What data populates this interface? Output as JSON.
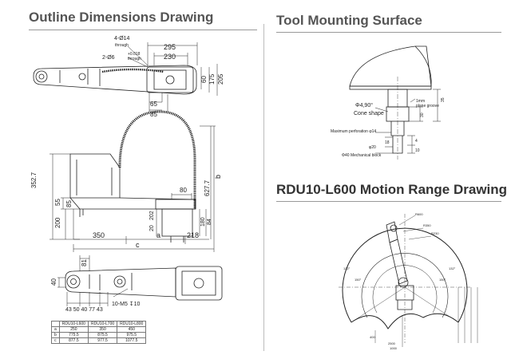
{
  "titles": {
    "outline": "Outline Dimensions Drawing",
    "tool": "Tool Mounting Surface",
    "motion": "RDU10-L600 Motion Range Drawing"
  },
  "top_view": {
    "holes_a_count": "4-Ø14",
    "holes_a_note": "through",
    "holes_b_count": "2-Ø6",
    "holes_b_tol": "+0.018",
    "holes_b_tol2": "0",
    "holes_b_note": "through",
    "dim_295": "295",
    "dim_230": "230",
    "dim_175": "175",
    "dim_205": "205",
    "dim_60": "60",
    "dim_65": "65",
    "dim_85": "85"
  },
  "side_view": {
    "dim_352_7": "352.7",
    "dim_55": "55",
    "dim_85": "85",
    "dim_200": "200",
    "dim_350": "350",
    "dim_a": "a",
    "dim_218": "218",
    "dim_c": "c",
    "dim_b": "b",
    "dim_627_7": "627.7",
    "dim_80": "80",
    "dim_202": "202",
    "dim_20": "20",
    "dim_180": "180",
    "dim_84": "84"
  },
  "bottom_view": {
    "dim_81": "81",
    "dim_40": "40",
    "dims_bottom": "43 50 40  77 43",
    "thread": "10-M5 ↧10"
  },
  "table": {
    "header": [
      "",
      "RDU10-L600",
      "RDU10-L700",
      "RDU10-L800"
    ],
    "rows": [
      [
        "a",
        "250",
        "350",
        "450"
      ],
      [
        "b",
        "775.5",
        "875.5",
        "975.5"
      ],
      [
        "c",
        "877.5",
        "977.5",
        "1077.5"
      ]
    ]
  },
  "tool": {
    "cone": "Φ4,90°",
    "cone_note": "Cone shape",
    "groove": "1mm",
    "groove_note": "plane groove",
    "perforation": "Maximum perforation φ14",
    "d20": "φ20",
    "d40": "Φ40 Mechanical block",
    "dim_35": "35",
    "dim_30": "30",
    "dim_18": "18",
    "dim_4": "4",
    "dim_10": "10"
  },
  "motion": {
    "r1": "R600",
    "r2": "R350",
    "r3": "R230",
    "a1": "132°",
    "a2": "150°",
    "a3": "132°",
    "a4": "150°",
    "d1": "2500",
    "d2": "1000",
    "d3": "400"
  }
}
